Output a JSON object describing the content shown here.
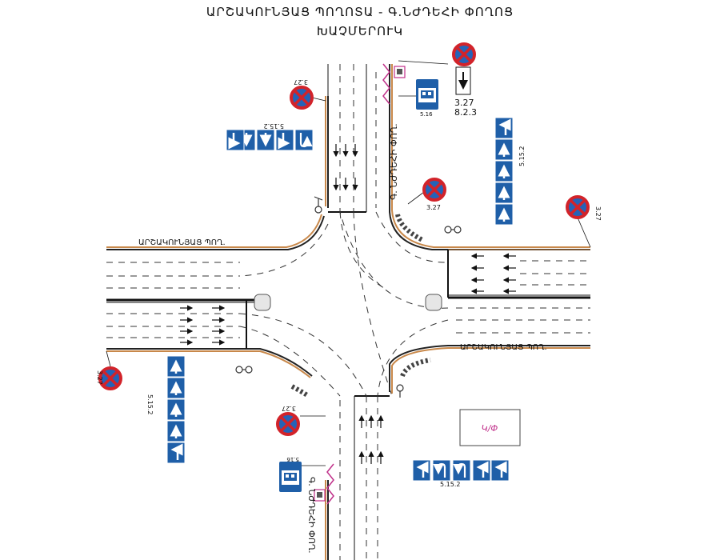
{
  "title_line1": "ԱՐՇԱԿՈՒՆՅԱՑ ՊՈՂՈՏԱ - Գ.ՆԺԴԵՀԻ ՓՈՂՈՑ",
  "title_line2": "ԽԱՉՄԵՐՈՒԿ",
  "streets": {
    "arshakunyats_west": "ԱՐՇԱԿՈՒՆՅԱՑ ՊՈՂ.",
    "arshakunyats_east": "ԱՐՇԱԿՈՒՆՅԱՑ ՊՈՂ.",
    "nzhdeh_north": "Գ. ՆԺԴԵՀԻ ՓՈՂ.",
    "nzhdeh_south": "Գ. ՆԺԴԵՀԻ ՓՈՂ."
  },
  "sign_codes": {
    "no_stopping": "3.27",
    "plate": "8.2.3",
    "bus_stop": "5.16",
    "lane_direction": "5.15.2"
  },
  "box_label": "Կ/Փ",
  "colors": {
    "sign_blue": "#1f5fa8",
    "sign_red": "#d2232a",
    "curb_orange": "#c8884a",
    "crossing_magenta": "#c0308a",
    "road_line": "#222222"
  }
}
